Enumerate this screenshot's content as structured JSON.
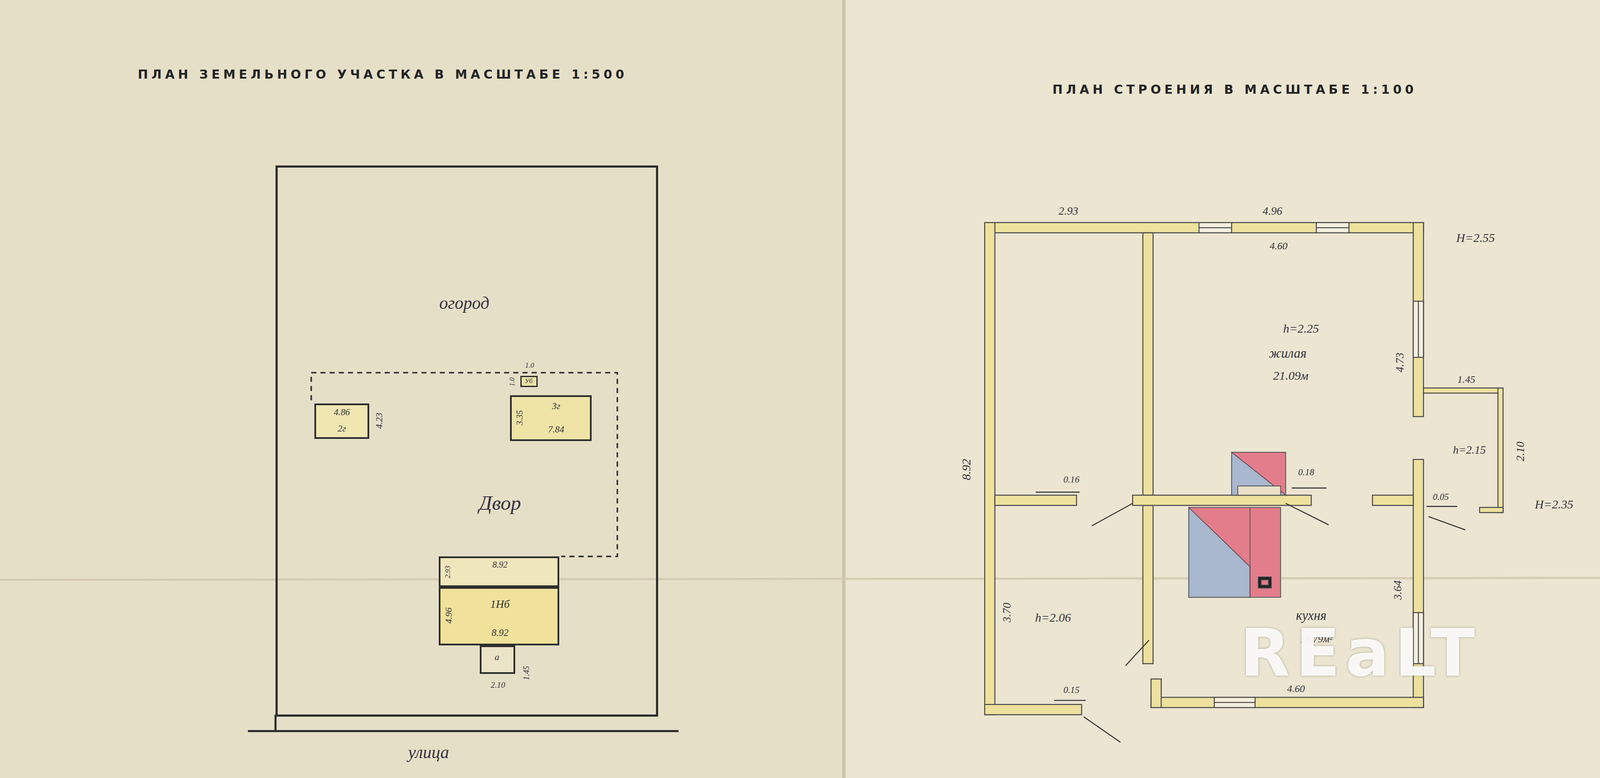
{
  "diagram": {
    "title": "ПЛАН ЗЕМЕЛЬНОГО УЧАСТКА В МАСШТАБЕ 1:500",
    "nodes": [
      {
        "text": [
          "огород"
        ]
      },
      {
        "text": [
          "Двор"
        ],
        "in": 0
      },
      {
        "text": [
          "4.86",
          "2г"
        ],
        "in": 1
      },
      {
        "text": [
          "Уб"
        ],
        "in": 1
      },
      {
        "text": [
          "3.35",
          "3г",
          "7.84"
        ],
        "in": 1
      },
      {
        "text": [
          "2.93",
          "8.92"
        ],
        "in": 0
      },
      {
        "text": [
          "4.96",
          "1Нб",
          "8.92"
        ],
        "in": 0
      },
      {
        "text": [
          "а"
        ],
        "in": 0
      },
      {
        "text": [
          "h=2.25",
          "жилая",
          "21.09м"
        ]
      },
      {
        "text": [
          "h=2.06"
        ]
      },
      {
        "text": [
          "кухня",
          "13.79м²"
        ]
      }
    ],
    "labels": [
      "ПЛАН СТРОЕНИЯ В МАСШТАБЕ 1:100",
      "1.0",
      "1.0",
      "4.23",
      "1.45",
      "2.10",
      "улица",
      "2.93",
      "4.96",
      "4.60",
      "H=2.55",
      "4.73",
      "1.45",
      "h=2.15",
      "2.10",
      "0.16",
      "0.18",
      "0.05",
      "H=2.35",
      "8.92",
      "3.70",
      "3.64",
      "0.15",
      "4.60",
      "REaLT"
    ]
  }
}
